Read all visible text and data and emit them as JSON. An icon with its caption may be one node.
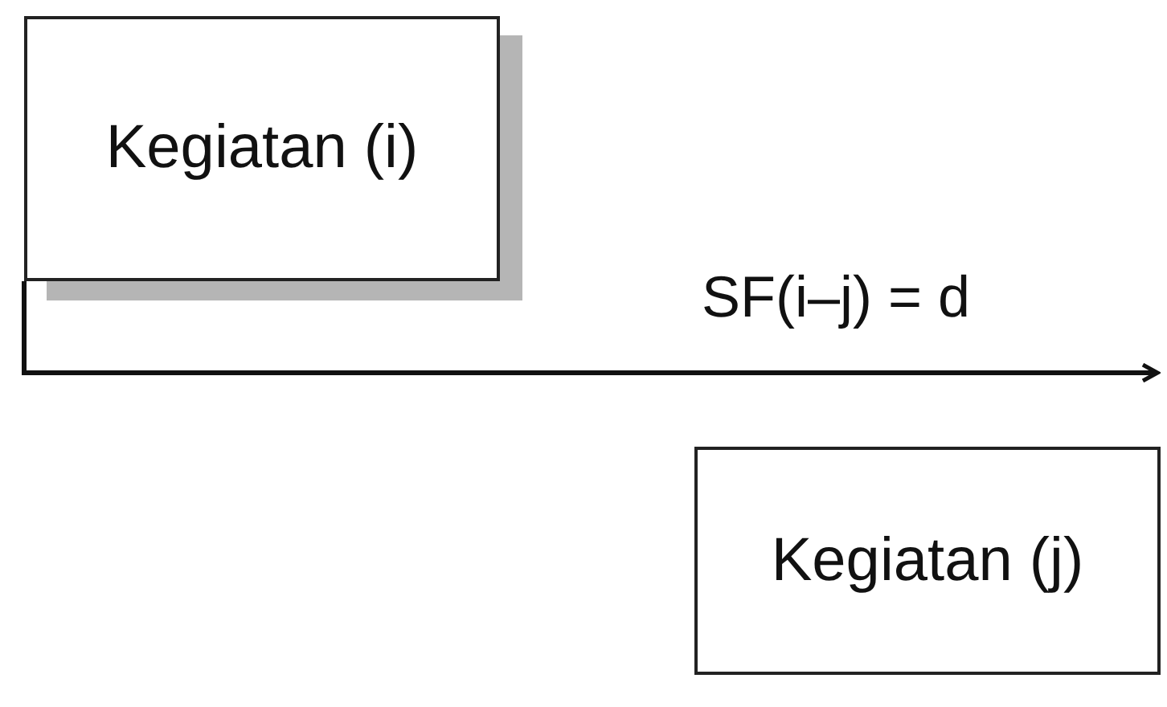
{
  "diagram": {
    "nodes": [
      {
        "text": [
          "Kegiatan (i)"
        ]
      },
      {
        "text": [
          "Kegiatan (j)"
        ]
      }
    ],
    "edges": [
      {
        "from": 0,
        "to": 1,
        "arrow": "to",
        "label": "SF(i–j) = d"
      }
    ]
  }
}
